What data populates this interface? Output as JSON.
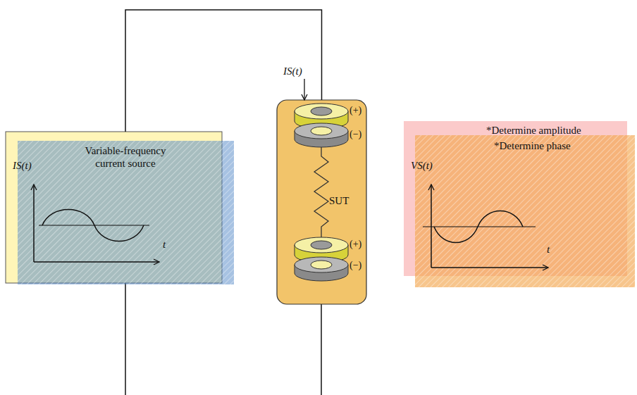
{
  "diagram": {
    "nodes": [
      {
        "text": [
          "Variable-frequency current source"
        ]
      },
      {
        "text": [
          "SUT"
        ]
      },
      {
        "text": [
          "*Determine amplitude",
          "*Determine phase"
        ]
      }
    ],
    "edges": [
      {
        "from": 0,
        "to": 1,
        "arrow": "none",
        "label": "IS(t)"
      }
    ],
    "labels": [
      "IS(t)",
      "t",
      "(+)",
      "(−)",
      "(+)",
      "(−)",
      "VS(t)",
      "t"
    ]
  }
}
